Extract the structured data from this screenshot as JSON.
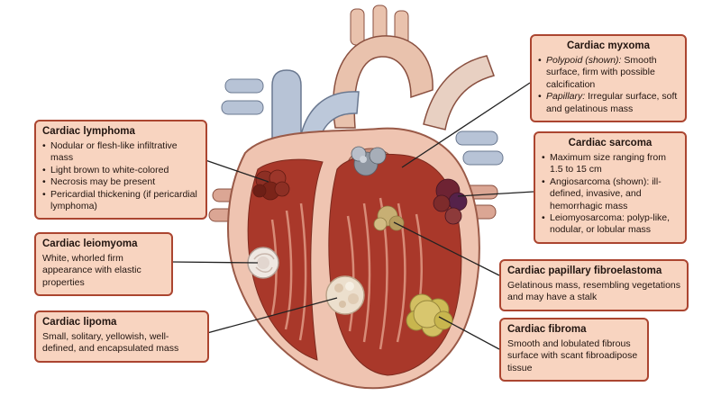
{
  "figure": {
    "name": "Cardiac tumors of the heart diagram"
  },
  "colors": {
    "callout_bg": "#f8d4c0",
    "callout_border": "#ab4530",
    "connector_line": "#222222",
    "heart_wall": "#efc4b1",
    "chamber": "#a9382a",
    "vessel_blue": "#b7c3d6",
    "fibroma_yellow": "#d2bf62"
  },
  "callouts": {
    "lymphoma": {
      "title": "Cardiac lymphoma",
      "bullets": [
        "Nodular or flesh-like infiltrative mass",
        "Light brown to white-colored",
        "Necrosis may be present",
        "Pericardial thickening (if pericardial lymphoma)"
      ]
    },
    "leiomyoma": {
      "title": "Cardiac leiomyoma",
      "body": "White, whorled firm appearance with elastic properties"
    },
    "lipoma": {
      "title": "Cardiac lipoma",
      "body": "Small, solitary, yellowish, well-defined, and encapsulated mass"
    },
    "myxoma": {
      "title": "Cardiac myxoma",
      "bullets": [
        {
          "lead": "Polypoid (shown):",
          "text": " Smooth surface, firm with possible calcification"
        },
        {
          "lead": "Papillary:",
          "text": " Irregular surface, soft and gelatinous mass"
        }
      ]
    },
    "sarcoma": {
      "title": "Cardiac sarcoma",
      "bullets": [
        "Maximum size ranging from 1.5 to 15 cm",
        "Angiosarcoma (shown): ill-defined, invasive, and hemorrhagic mass",
        "Leiomyosarcoma: polyp-like, nodular, or lobular mass"
      ]
    },
    "fibroelastoma": {
      "title": "Cardiac papillary fibroelastoma",
      "body": "Gelatinous mass, resembling vegetations and may have a stalk"
    },
    "fibroma": {
      "title": "Cardiac fibroma",
      "body": "Smooth and lobulated fibrous surface with scant fibroadipose tissue"
    }
  }
}
